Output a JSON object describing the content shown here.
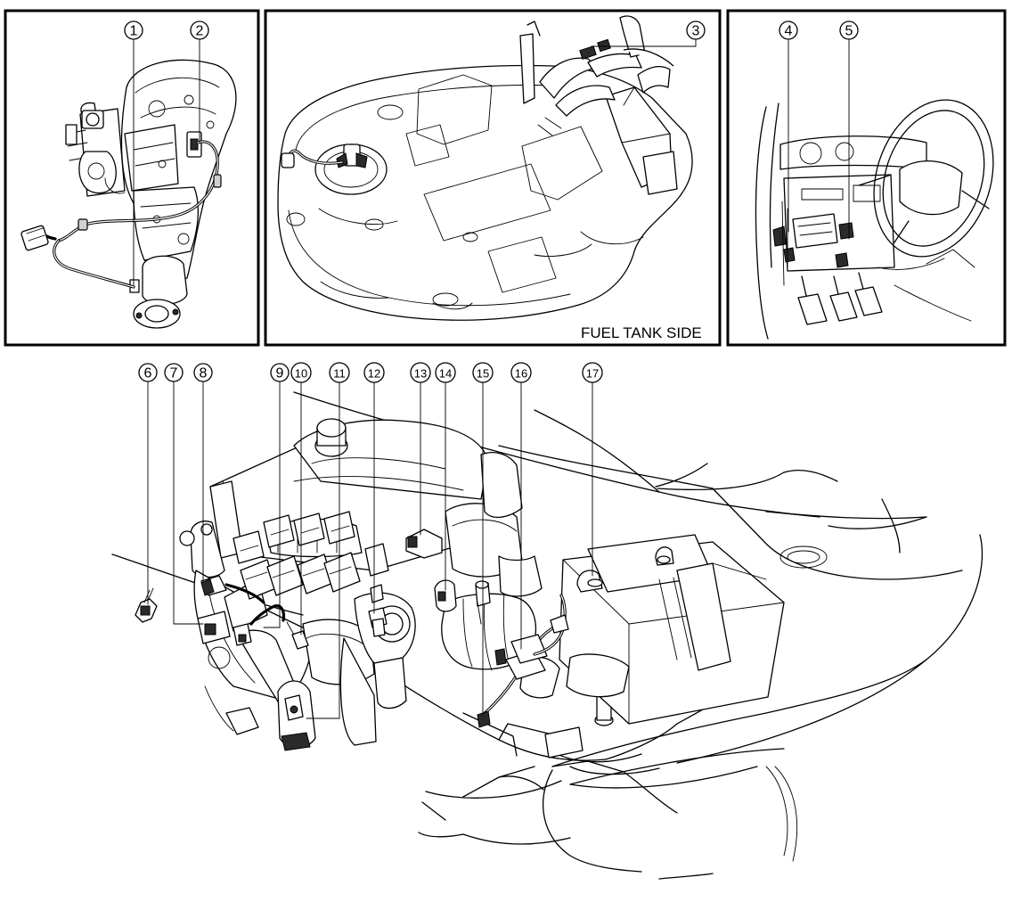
{
  "panels": {
    "fuel_tank": {
      "caption": "FUEL TANK SIDE"
    }
  },
  "callouts": [
    "1",
    "2",
    "3",
    "4",
    "5",
    "6",
    "7",
    "8",
    "9",
    "10",
    "11",
    "12",
    "13",
    "14",
    "15",
    "16",
    "17"
  ]
}
